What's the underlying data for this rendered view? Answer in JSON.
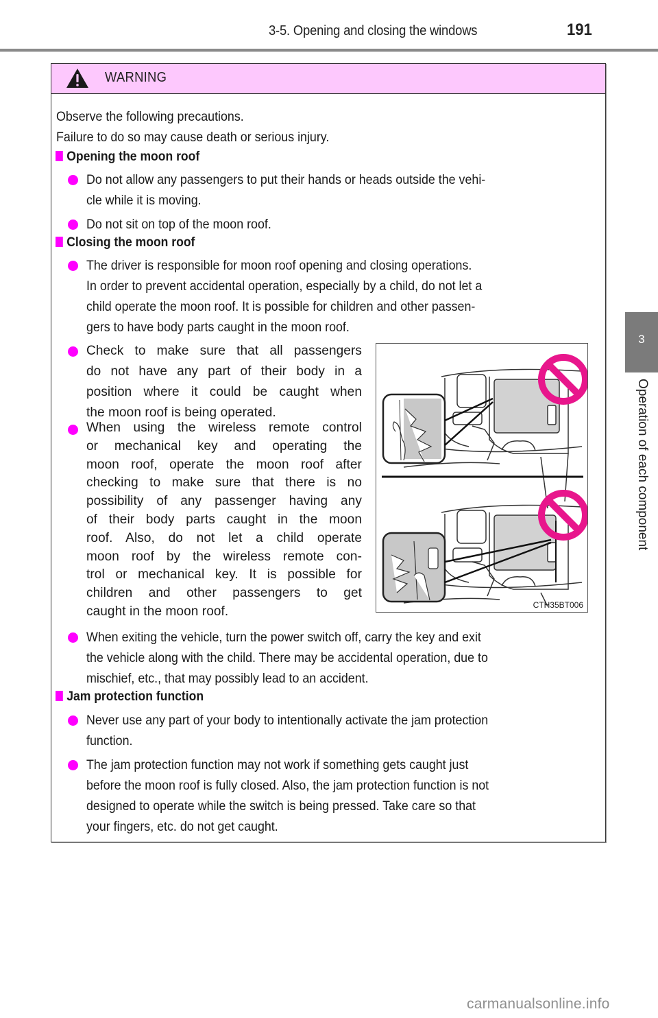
{
  "header": {
    "section_title": "3-5. Opening and closing the windows",
    "page_number": "191"
  },
  "side_tab": {
    "chapter_number": "3",
    "chapter_label": "Operation of each component"
  },
  "warning": {
    "label": "WARNING",
    "icon": "warning-triangle-icon",
    "intro": [
      "Observe the following precautions.",
      "Failure to do so may cause death or serious injury."
    ],
    "sections": [
      {
        "title": "Opening the moon roof",
        "bullets": [
          [
            "Do not allow any passengers to put their hands or heads outside the vehi-",
            "cle while it is moving."
          ],
          [
            "Do not sit on top of the moon roof."
          ]
        ]
      },
      {
        "title": "Closing the moon roof",
        "bullets": [
          [
            "The driver is responsible for moon roof opening and closing operations.",
            "In order to prevent accidental operation, especially by a child, do not let a",
            "child operate the moon roof. It is possible for children and other passen-",
            "gers to have body parts caught in the moon roof."
          ],
          [
            "Check to make sure that all passengers",
            "do not have any part of their body in a",
            "position where it could be caught when",
            "the moon roof is being operated."
          ],
          [
            "When using the wireless remote control",
            "or mechanical key and operating the",
            "moon roof, operate the moon roof after",
            "checking to make sure that there is no",
            "possibility of any passenger having any",
            "of their body parts caught in the moon",
            "roof. Also, do not let a child operate",
            "moon roof by the wireless remote con-",
            "trol or mechanical key. It is possible for",
            "children and other passengers to get",
            "caught in the moon roof."
          ],
          [
            "When exiting the vehicle, turn the power switch off, carry the key and exit",
            "the vehicle along with the child. There may be accidental operation, due to",
            "mischief, etc., that may possibly lead to an accident."
          ]
        ]
      },
      {
        "title": "Jam protection function",
        "bullets": [
          [
            "Never use any part of your body to intentionally activate the jam protection",
            "function."
          ],
          [
            "The jam protection function may not work if something gets caught just",
            "before the moon roof is fully closed. Also, the jam protection function is not",
            "designed to operate while the switch is being pressed. Take care so that",
            "your fingers, etc. do not get caught."
          ]
        ]
      }
    ],
    "figure": {
      "code": "CTH35BT006",
      "prohibition_color": "#e8168c"
    }
  },
  "colors": {
    "accent": "#ff00ff",
    "warning_band": "#fdc8fd",
    "side_tab": "#7b7b7b"
  },
  "watermark": "carmanualsonline.info"
}
